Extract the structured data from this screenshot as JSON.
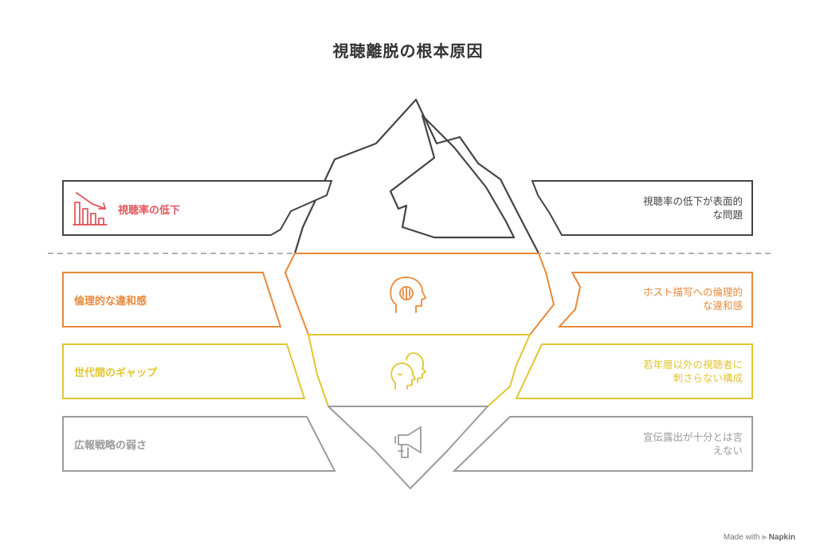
{
  "title": "視聴離脱の根本原因",
  "colors": {
    "red": "#e0575b",
    "dark": "#444444",
    "orange": "#e8893a",
    "yellow": "#e2c531",
    "gray": "#9b9b9b"
  },
  "layers": [
    {
      "label": "視聴率の低下",
      "description_line1": "視聴率の低下が表面的",
      "description_line2": "な問題",
      "icon": "declining-bar-chart-icon"
    },
    {
      "label": "倫理的な違和感",
      "description_line1": "ホスト描写への倫理的",
      "description_line2": "な違和感",
      "icon": "head-brain-icon"
    },
    {
      "label": "世代間のギャップ",
      "description_line1": "若年層以外の視聴者に",
      "description_line2": "刺さらない構成",
      "icon": "two-heads-icon"
    },
    {
      "label": "広報戦略の弱さ",
      "description_line1": "宣伝露出が十分とは言",
      "description_line2": "えない",
      "icon": "megaphone-icon"
    }
  ],
  "footer": {
    "made_with": "Made with",
    "brand": "Napkin"
  }
}
